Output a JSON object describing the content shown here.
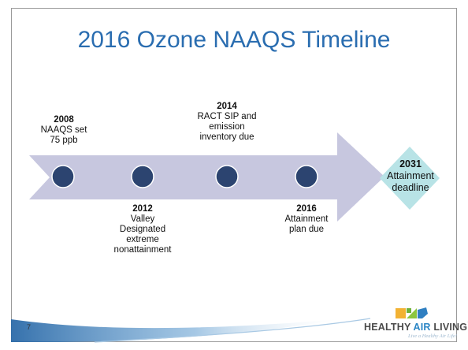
{
  "slide": {
    "title": "2016 Ozone NAAQS Timeline",
    "page_number": "7"
  },
  "colors": {
    "title": "#2a6db0",
    "arrow": "#c7c7df",
    "milestone_dot": "#2c4470",
    "diamond": "#b8e3e6"
  },
  "milestones": [
    {
      "year": "2008",
      "lines": [
        "NAAQS set",
        "75 ppb"
      ],
      "position": "above"
    },
    {
      "year": "2012",
      "lines": [
        "Valley",
        "Designated",
        "extreme",
        "nonattainment"
      ],
      "position": "below"
    },
    {
      "year": "2014",
      "lines": [
        "RACT SIP and",
        "emission",
        "inventory due"
      ],
      "position": "above"
    },
    {
      "year": "2016",
      "lines": [
        "Attainment",
        "plan due"
      ],
      "position": "below"
    }
  ],
  "deadline": {
    "year": "2031",
    "lines": [
      "Attainment",
      "deadline"
    ]
  },
  "logo": {
    "word1": "HEALTHY",
    "word2": "AIR",
    "word3": "LIVING",
    "trademark": "™",
    "tagline": "Live a Healthy Air Life!"
  }
}
